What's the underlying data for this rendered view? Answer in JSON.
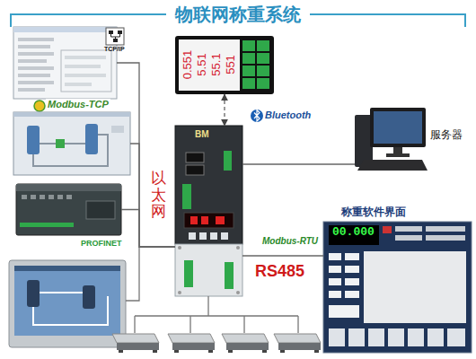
{
  "diagram": {
    "title": "物联网称重系统",
    "nodes": [
      {
        "text": [
          "TCP/IP"
        ]
      },
      {
        "text": [
          "0.551",
          "5.51",
          "55.1",
          "551"
        ]
      },
      {
        "text": [
          "Modbus-TCP"
        ]
      },
      {
        "text": [
          "BM"
        ]
      },
      {
        "text": [
          "服务器"
        ]
      },
      {
        "text": [
          "PROFINET"
        ]
      },
      {
        "text": [
          "称重软件界面",
          "00.000"
        ]
      }
    ],
    "edges": [
      {
        "from": 0,
        "to": 3,
        "arrow": "none"
      },
      {
        "from": 2,
        "to": 3,
        "arrow": "none"
      },
      {
        "from": 5,
        "to": 3,
        "arrow": "none"
      },
      {
        "from": 1,
        "to": 3,
        "arrow": "both"
      },
      {
        "from": 3,
        "to": 4,
        "arrow": "none"
      },
      {
        "from": 3,
        "to": 6,
        "arrow": "none"
      }
    ],
    "labels": [
      "以太网",
      "Bluetooth",
      "Modbus-RTU",
      "RS485"
    ]
  }
}
